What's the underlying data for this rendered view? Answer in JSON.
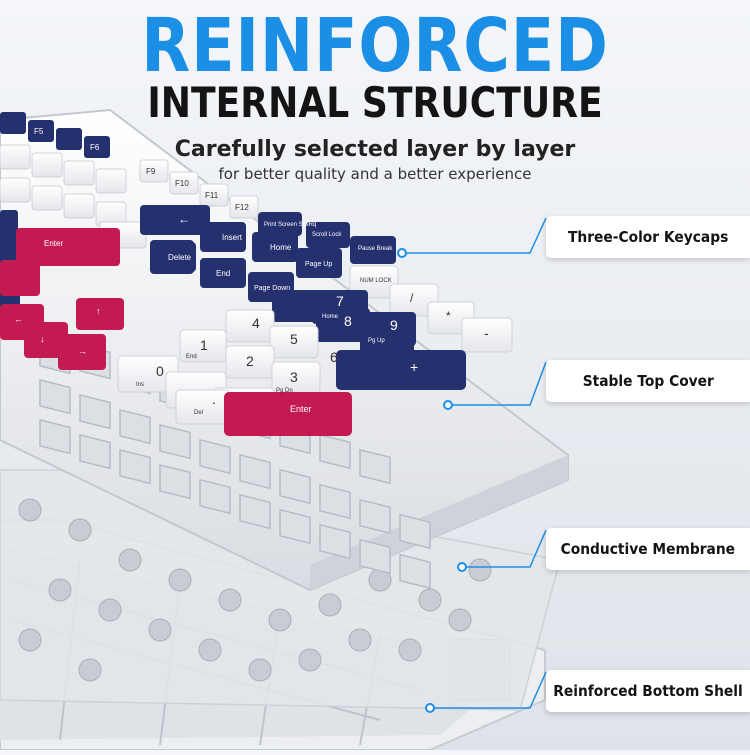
{
  "headline": {
    "line1": "REINFORCED",
    "line2": "INTERNAL STRUCTURE",
    "subtitle": "Carefully selected layer by layer",
    "caption": "for better quality and a better experience"
  },
  "callouts": [
    {
      "label": "Three-Color Keycaps"
    },
    {
      "label": "Stable Top Cover"
    },
    {
      "label": "Conductive Membrane"
    },
    {
      "label": "Reinforced Bottom Shell"
    }
  ],
  "keycaps": {
    "function_keys": [
      "F5",
      "F6",
      "F9",
      "F10",
      "F11",
      "F12"
    ],
    "nav_keys": [
      "Insert",
      "Home",
      "Page Up",
      "Delete",
      "End",
      "Page Down",
      "Print Screen SysRq",
      "Scroll Lock",
      "Pause Break"
    ],
    "numpad": {
      "num_lock": "NUM LOCK",
      "slash": "/",
      "star": "*",
      "minus": "-",
      "plus": "+",
      "enter": "Enter",
      "keys": [
        {
          "main": "7",
          "sub": "Home"
        },
        {
          "main": "8",
          "sub": ""
        },
        {
          "main": "9",
          "sub": "Pg Up"
        },
        {
          "main": "4",
          "sub": ""
        },
        {
          "main": "5",
          "sub": ""
        },
        {
          "main": "6",
          "sub": ""
        },
        {
          "main": "1",
          "sub": "End"
        },
        {
          "main": "2",
          "sub": ""
        },
        {
          "main": "3",
          "sub": "Pg Dn"
        },
        {
          "main": "0",
          "sub": "Ins"
        },
        {
          "main": ".",
          "sub": "Del"
        }
      ]
    },
    "main_enter": "Enter",
    "colors": {
      "navy": "#25306e",
      "magenta": "#c41a52",
      "white": "#ffffff",
      "shell": "#f2f2f2"
    }
  },
  "accent_color": "#1b8fe6"
}
